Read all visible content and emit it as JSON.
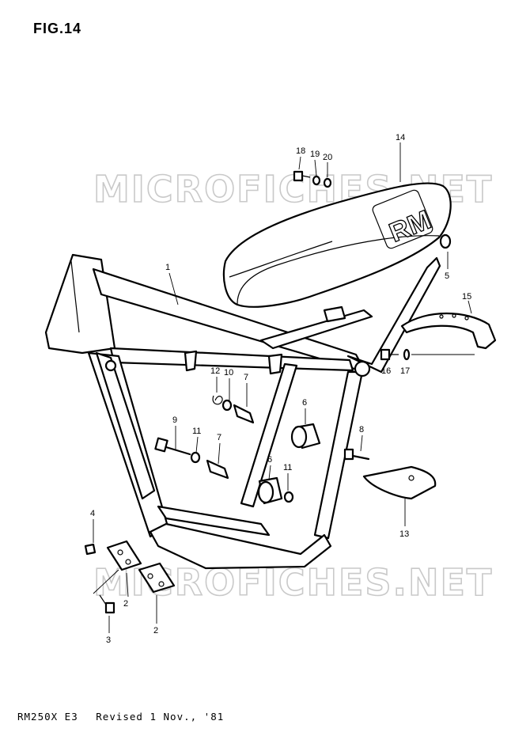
{
  "figure": {
    "title": "FIG.14"
  },
  "watermarks": [
    "MICROFICHES.NET",
    "MICROFICHES.NET"
  ],
  "footer": {
    "model": "RM250X E3",
    "revision": "Revised 1 Nov., '81"
  },
  "parts": [
    {
      "id": "1",
      "label": "1"
    },
    {
      "id": "2a",
      "label": "2"
    },
    {
      "id": "2b",
      "label": "2"
    },
    {
      "id": "3",
      "label": "3"
    },
    {
      "id": "4",
      "label": "4"
    },
    {
      "id": "5",
      "label": "5"
    },
    {
      "id": "6a",
      "label": "6"
    },
    {
      "id": "6b",
      "label": "6"
    },
    {
      "id": "7a",
      "label": "7"
    },
    {
      "id": "7b",
      "label": "7"
    },
    {
      "id": "8",
      "label": "8"
    },
    {
      "id": "9",
      "label": "9"
    },
    {
      "id": "10",
      "label": "10"
    },
    {
      "id": "11a",
      "label": "11"
    },
    {
      "id": "11b",
      "label": "11"
    },
    {
      "id": "12",
      "label": "12"
    },
    {
      "id": "13",
      "label": "13"
    },
    {
      "id": "14",
      "label": "14"
    },
    {
      "id": "15",
      "label": "15"
    },
    {
      "id": "16",
      "label": "16"
    },
    {
      "id": "17",
      "label": "17"
    },
    {
      "id": "18",
      "label": "18"
    },
    {
      "id": "19",
      "label": "19"
    },
    {
      "id": "20",
      "label": "20"
    }
  ],
  "seat_emblem": "RM"
}
